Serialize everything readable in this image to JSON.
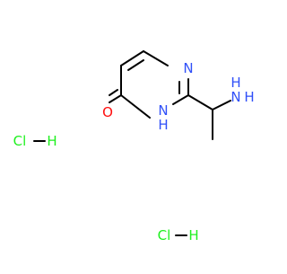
{
  "molecule": {
    "atoms": {
      "n1": "N",
      "n3": "N",
      "h_n3": "H",
      "o": "O",
      "nh2_n": "N",
      "nh2_h": "H",
      "nh2_h2": "H"
    },
    "salts": [
      {
        "cl": "Cl",
        "h": "H"
      },
      {
        "cl": "Cl",
        "h": "H"
      }
    ]
  },
  "colors": {
    "bond": "#000000",
    "nitrogen": "#3050F8",
    "oxygen": "#FF0D0D",
    "chlorine": "#1FF01F"
  }
}
